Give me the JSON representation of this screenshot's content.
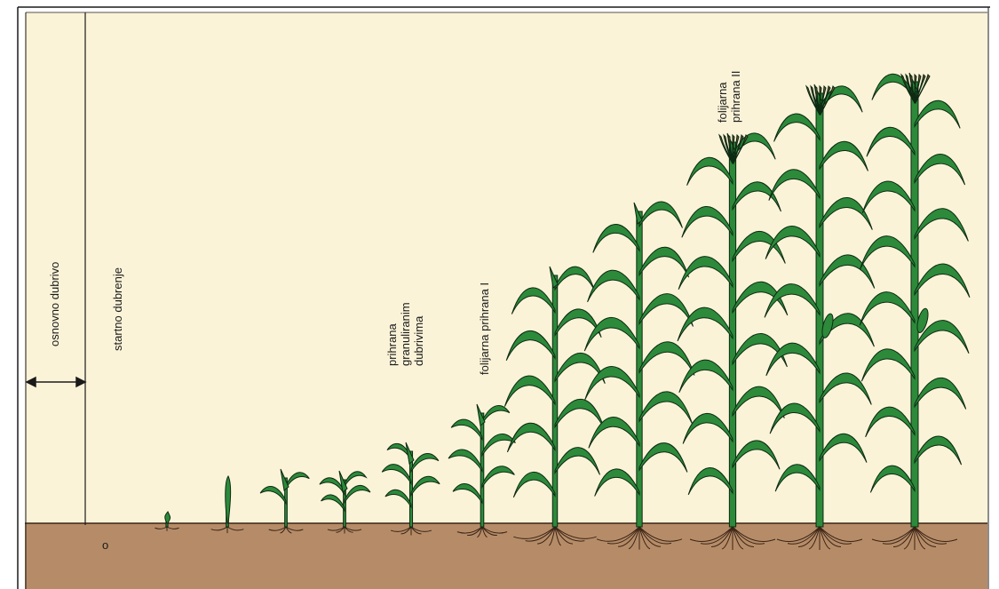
{
  "labels": {
    "osnovno": "osnovno dubrivo",
    "startno": "startno dubrenje",
    "prihrana_line1": "prihrana",
    "prihrana_line2": "granuliranim",
    "prihrana_line3": "dubrivima",
    "folijarna1": "folijarna prihrana I",
    "folijarna2_line1": "folijarna",
    "folijarna2_line2": "prihrana II",
    "seed": "o"
  },
  "colors": {
    "sky": "#fbf3d8",
    "soil": "#b68c68",
    "leaf": "#2c8a3a",
    "outline": "#0d2a12",
    "root": "#3a2416",
    "tassel": "#6b5030",
    "frame": "#1a1a1a"
  },
  "plants": [
    {
      "stage": 1,
      "leaves": 1,
      "has_ear": false,
      "has_tassel": false
    },
    {
      "stage": 2,
      "leaves": 1,
      "has_ear": false,
      "has_tassel": false
    },
    {
      "stage": 3,
      "leaves": 2,
      "has_ear": false,
      "has_tassel": false
    },
    {
      "stage": 4,
      "leaves": 4,
      "has_ear": false,
      "has_tassel": false
    },
    {
      "stage": 5,
      "leaves": 5,
      "has_ear": false,
      "has_tassel": false
    },
    {
      "stage": 6,
      "leaves": 6,
      "has_ear": false,
      "has_tassel": false
    },
    {
      "stage": 7,
      "leaves": 10,
      "has_ear": false,
      "has_tassel": false
    },
    {
      "stage": 8,
      "leaves": 12,
      "has_ear": false,
      "has_tassel": false
    },
    {
      "stage": 9,
      "leaves": 14,
      "has_ear": false,
      "has_tassel": true
    },
    {
      "stage": 10,
      "leaves": 14,
      "has_ear": true,
      "has_tassel": true
    },
    {
      "stage": 11,
      "leaves": 15,
      "has_ear": true,
      "has_tassel": true
    }
  ]
}
